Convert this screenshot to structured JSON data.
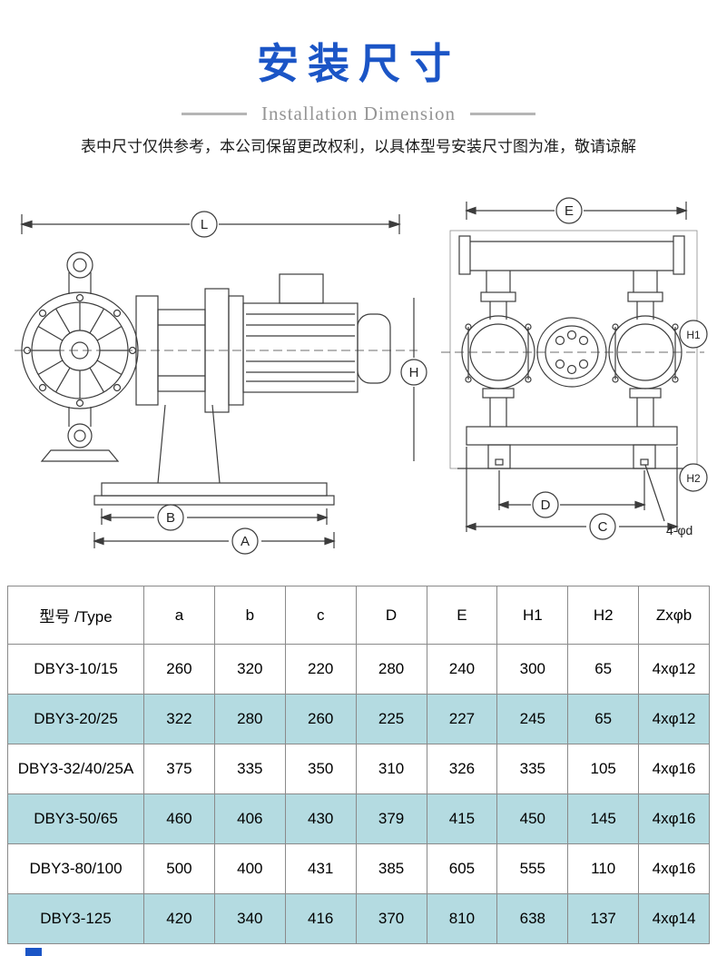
{
  "header": {
    "title": "安装尺寸",
    "subtitle": "Installation Dimension",
    "disclaimer": "表中尺寸仅供参考，本公司保留更改权利，以具体型号安装尺寸图为准，敬请谅解"
  },
  "diagram": {
    "side": {
      "L": "L",
      "H": "H",
      "B": "B",
      "A": "A"
    },
    "front": {
      "E": "E",
      "H1": "H1",
      "H2": "H2",
      "D": "D",
      "C": "C",
      "holes": "4-φd"
    }
  },
  "table": {
    "headers": [
      "型号 /Type",
      "a",
      "b",
      "c",
      "D",
      "E",
      "H1",
      "H2",
      "Zxφb"
    ],
    "rows": [
      [
        "DBY3-10/15",
        "260",
        "320",
        "220",
        "280",
        "240",
        "300",
        "65",
        "4xφ12"
      ],
      [
        "DBY3-20/25",
        "322",
        "280",
        "260",
        "225",
        "227",
        "245",
        "65",
        "4xφ12"
      ],
      [
        "DBY3-32/40/25A",
        "375",
        "335",
        "350",
        "310",
        "326",
        "335",
        "105",
        "4xφ16"
      ],
      [
        "DBY3-50/65",
        "460",
        "406",
        "430",
        "379",
        "415",
        "450",
        "145",
        "4xφ16"
      ],
      [
        "DBY3-80/100",
        "500",
        "400",
        "431",
        "385",
        "605",
        "555",
        "110",
        "4xφ16"
      ],
      [
        "DBY3-125",
        "420",
        "340",
        "416",
        "370",
        "810",
        "638",
        "137",
        "4xφ14"
      ]
    ]
  },
  "colors": {
    "title_blue": "#1b55c6",
    "row_highlight": "#b4dbe1",
    "table_border": "#8a8a8a",
    "subtitle_gray": "#949494"
  }
}
